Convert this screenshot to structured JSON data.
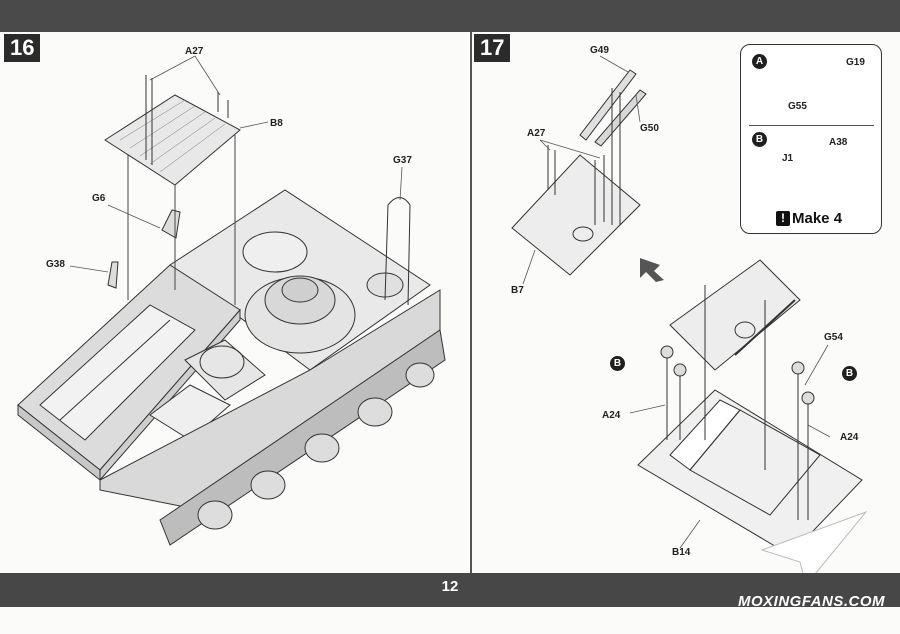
{
  "page": {
    "number": "12"
  },
  "steps": [
    {
      "number": "16"
    },
    {
      "number": "17"
    }
  ],
  "step16": {
    "labels": {
      "a27": "A27",
      "b8": "B8",
      "g37": "G37",
      "g6": "G6",
      "g38": "G38"
    }
  },
  "step17": {
    "labels": {
      "g49": "G49",
      "g50": "G50",
      "a27": "A27",
      "b7": "B7",
      "g54": "G54",
      "a24_left": "A24",
      "a24_right": "A24",
      "b14": "B14"
    },
    "badges": {
      "b_left": "B",
      "b_right": "B"
    },
    "callout": {
      "badge_a": "A",
      "g19": "G19",
      "g55": "G55",
      "badge_b": "B",
      "j1": "J1",
      "a38": "A38",
      "make_icon": "!",
      "make_text": "Make 4"
    }
  },
  "watermark": "MOXINGFANS.COM"
}
